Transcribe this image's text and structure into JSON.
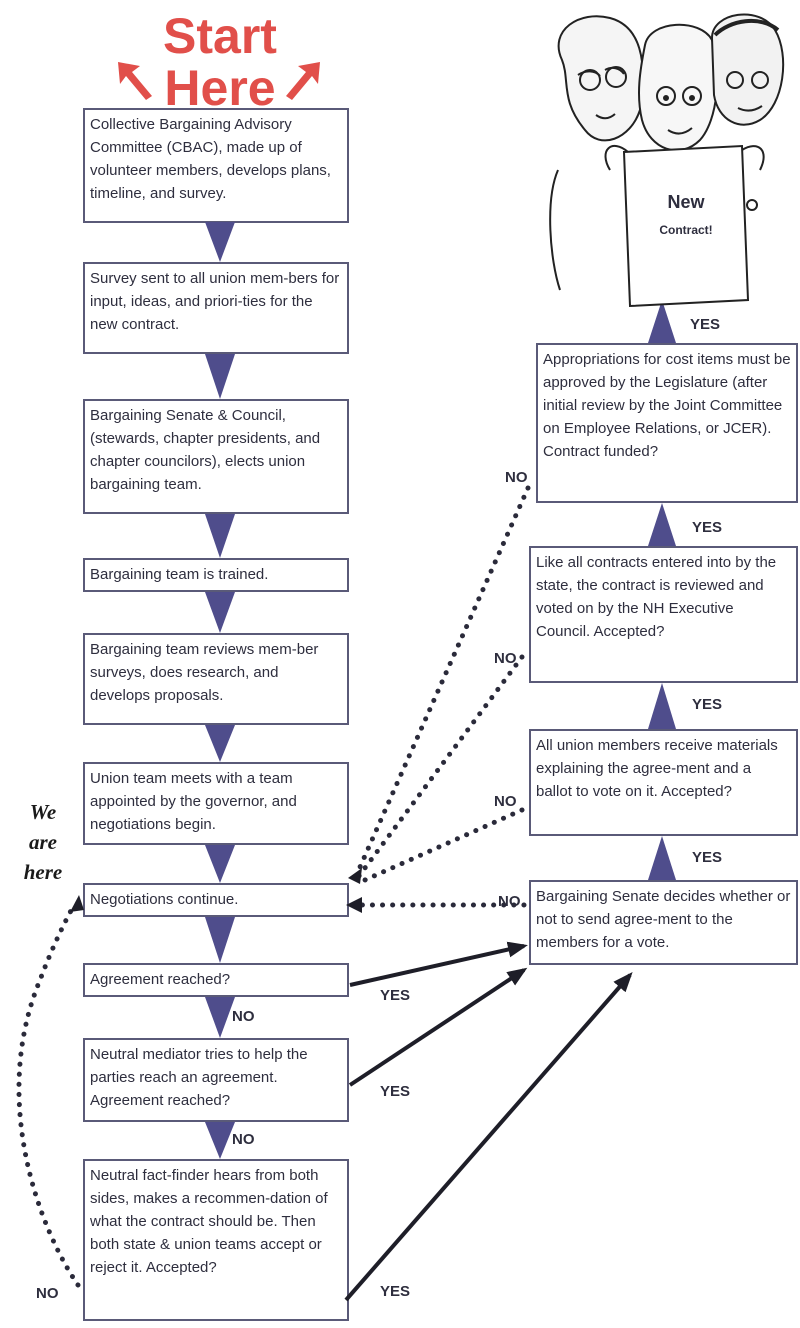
{
  "header": {
    "start_line1": "Start",
    "start_line2": "Here"
  },
  "we_are_here": {
    "line1": "We",
    "line2": "are",
    "line3": "here"
  },
  "illustration": {
    "line1": "New",
    "line2": "Contract!"
  },
  "left_steps": [
    "Collective Bargaining Advisory Committee (CBAC), made up of volunteer members, develops plans, timeline, and survey.",
    "Survey sent to all union mem-bers for input, ideas, and priori-ties for the new contract.",
    "Bargaining Senate & Council, (stewards, chapter presidents, and chapter councilors), elects union bargaining team.",
    "Bargaining team is trained.",
    "Bargaining team reviews mem-ber surveys, does research, and develops proposals.",
    "Union team meets with a team appointed by the governor, and negotiations begin.",
    "Negotiations continue.",
    "Agreement reached?",
    "Neutral mediator tries to help the parties reach an agreement. Agreement reached?",
    "Neutral fact-finder hears from both sides, makes a recommen-dation of what the contract should be.  Then both state & union teams accept or reject it. Accepted?"
  ],
  "right_steps": [
    "Appropriations for cost items must be approved by the Legislature (after initial review by the Joint Committee on Employee Relations, or JCER). Contract funded?",
    "Like all contracts entered into by the state, the contract is reviewed and voted on by the NH Executive Council. Accepted?",
    "All union members receive materials explaining the agree-ment and a ballot to vote on it. Accepted?",
    "Bargaining Senate decides whether or not to send agree-ment to the members for a vote."
  ],
  "labels": {
    "yes": "YES",
    "no": "NO"
  },
  "colors": {
    "title_red": "#e14f4a",
    "arrow_purple": "#4f4d8c",
    "box_border": "#5a5a78",
    "dotted": "#2a2a3a"
  }
}
